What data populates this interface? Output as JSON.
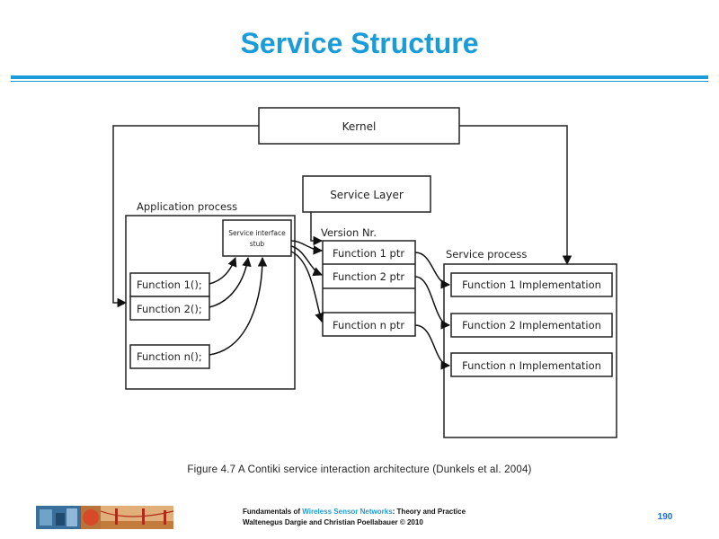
{
  "slide": {
    "title": "Service Structure",
    "caption": "Figure 4.7 A Contiki service interaction architecture (Dunkels et al. 2004)",
    "footer": {
      "line1_prefix": "Fundamentals of ",
      "line1_accent": "Wireless Sensor Networks",
      "line1_suffix": ": Theory and Practice",
      "line2": "Waltenegus Dargie and Christian Poellabauer © 2010"
    },
    "page_number": "190",
    "colors": {
      "accent": "#1a9cd8",
      "page_number": "#1a6fd0"
    }
  },
  "diagram": {
    "kernel": "Kernel",
    "service_layer": "Service Layer",
    "application_process": "Application process",
    "stub_line1": "Service interface",
    "stub_line2": "stub",
    "functions": [
      "Function 1();",
      "Function 2();",
      "Function n();"
    ],
    "version_label": "Version Nr.",
    "pointers": [
      "Function 1 ptr",
      "Function 2 ptr",
      "Function n ptr"
    ],
    "service_process": "Service process",
    "implementations": [
      "Function 1 Implementation",
      "Function 2 Implementation",
      "Function n Implementation"
    ]
  }
}
